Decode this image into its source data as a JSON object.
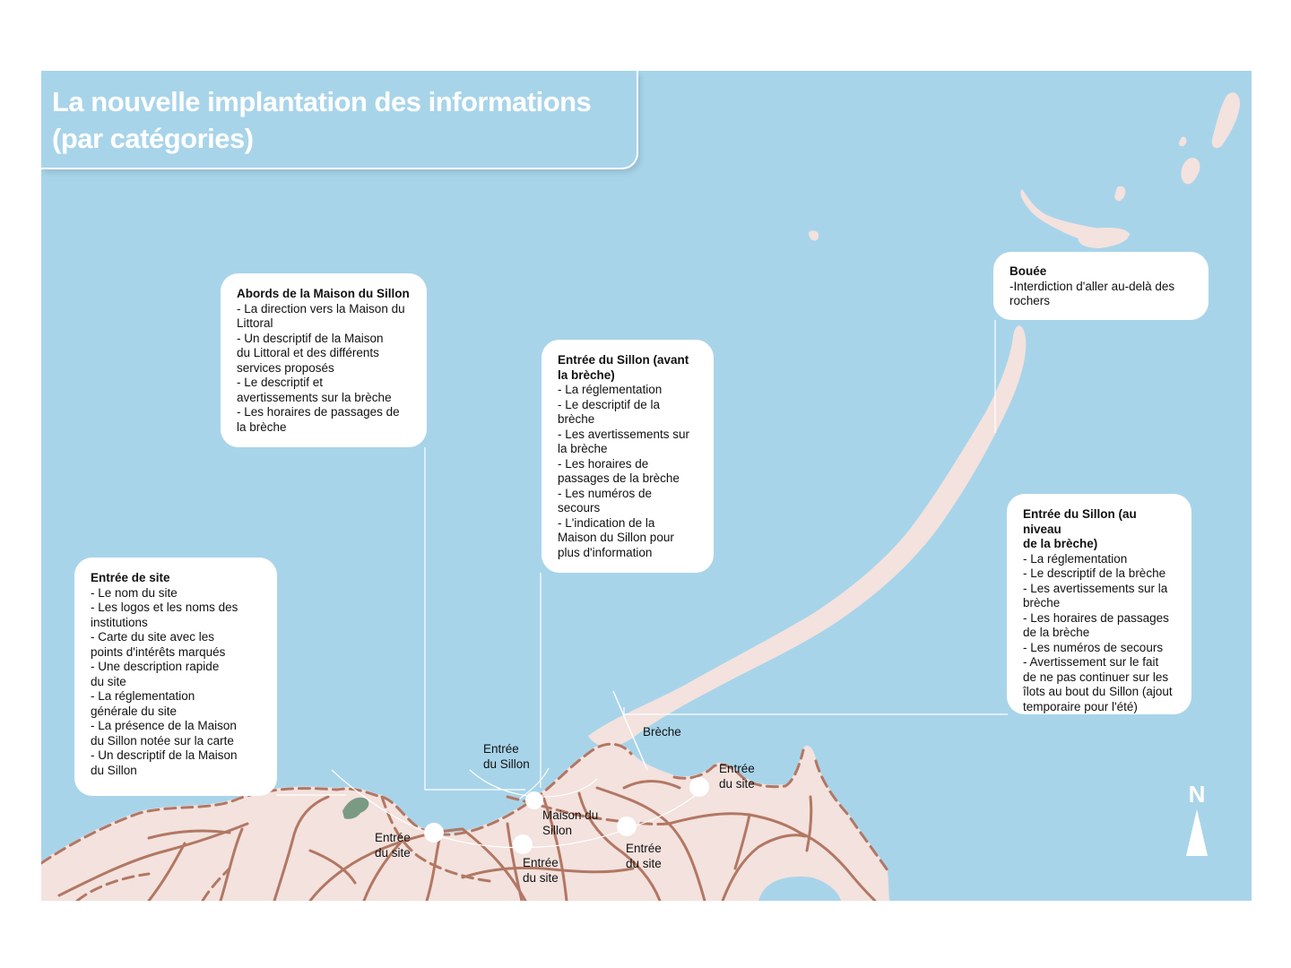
{
  "title": {
    "line1": "La nouvelle implantation des informations",
    "line2": "(par catégories)"
  },
  "colors": {
    "sea": "#a8d4ea",
    "land": "#f3e2de",
    "roads": "#b27763",
    "panel": "#ffffff",
    "vegetation": "#7a9a84"
  },
  "info_boxes": {
    "abords": {
      "title": "Abords de la Maison du Sillon",
      "lines": [
        "- La direction vers la Maison du",
        "Littoral",
        "- Un descriptif de la Maison",
        "du Littoral et des différents",
        "services proposés",
        "- Le descriptif et",
        "avertissements sur la brèche",
        "- Les horaires de passages de",
        "la brèche"
      ]
    },
    "entree_sillon_avant": {
      "title_line1": "Entrée du Sillon (avant",
      "title_line2": "la brèche)",
      "lines": [
        "- La réglementation",
        "- Le descriptif de la",
        "brèche",
        "- Les avertissements sur",
        "la brèche",
        "- Les horaires de",
        "passages de la brèche",
        "- Les numéros de",
        "secours",
        "- L'indication de la",
        "Maison du Sillon pour",
        "plus d'information"
      ]
    },
    "bouee": {
      "title": "Bouée",
      "lines": [
        "-Interdiction d'aller au-delà des",
        "rochers"
      ]
    },
    "entree_sillon_niveau": {
      "title_line1": "Entrée du Sillon (au niveau",
      "title_line2": "de la brèche)",
      "lines": [
        "- La réglementation",
        "- Le descriptif de la brèche",
        "- Les avertissements sur la",
        "brèche",
        "- Les horaires de passages",
        "de la brèche",
        "- Les numéros de secours",
        "- Avertissement sur le fait",
        "de ne pas continuer sur les",
        "îlots au bout du Sillon (ajout",
        "temporaire pour l'été)"
      ]
    },
    "entree_site": {
      "title": "Entrée de site",
      "lines": [
        "- Le nom du site",
        "- Les logos et les noms des",
        "institutions",
        "- Carte du site avec les",
        "points d'intérêts marqués",
        "- Une description rapide",
        "du site",
        "- La réglementation",
        "générale du site",
        "- La présence de la Maison",
        "du Sillon notée sur la carte",
        "- Un descriptif de la Maison",
        "du Sillon"
      ]
    }
  },
  "map_labels": {
    "breche": "Brèche",
    "entree_sillon": [
      "Entrée",
      "du Sillon"
    ],
    "entree_site_east": [
      "Entrée",
      "du site"
    ],
    "maison_du_sillon": [
      "Maison du",
      "Sillon"
    ],
    "entree_site_west": [
      "Entrée",
      "du site"
    ],
    "entree_site_south": [
      "Entrée",
      "du site"
    ],
    "entree_site_southeast": [
      "Entrée",
      "du site"
    ]
  },
  "north": {
    "letter": "N",
    "icon": "north-arrow-icon"
  }
}
